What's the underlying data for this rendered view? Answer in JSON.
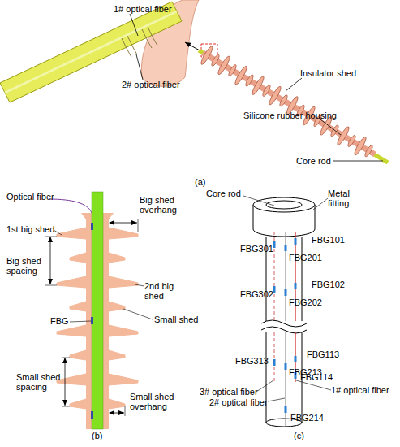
{
  "diagram": {
    "labels": [
      "1# optical fiber",
      "2# optical fiber",
      "Insulator shed",
      "Silicone rubber housing",
      "Core rod",
      "(a)",
      "Optical fiber",
      "1st big shed",
      "Big shed overhang",
      "Big shed spacing",
      "2nd big shed",
      "FBG",
      "Small shed",
      "Small shed spacing",
      "Small shed overhang",
      "(b)",
      "Core rod",
      "Metal fitting",
      "FBG301",
      "FBG101",
      "FBG201",
      "FBG302",
      "FBG102",
      "FBG202",
      "FBG313",
      "FBG113",
      "FBG213",
      "3# optical fiber",
      "1# optical fiber",
      "2# optical fiber",
      "FBG114",
      "FBG214",
      "(c)"
    ]
  }
}
